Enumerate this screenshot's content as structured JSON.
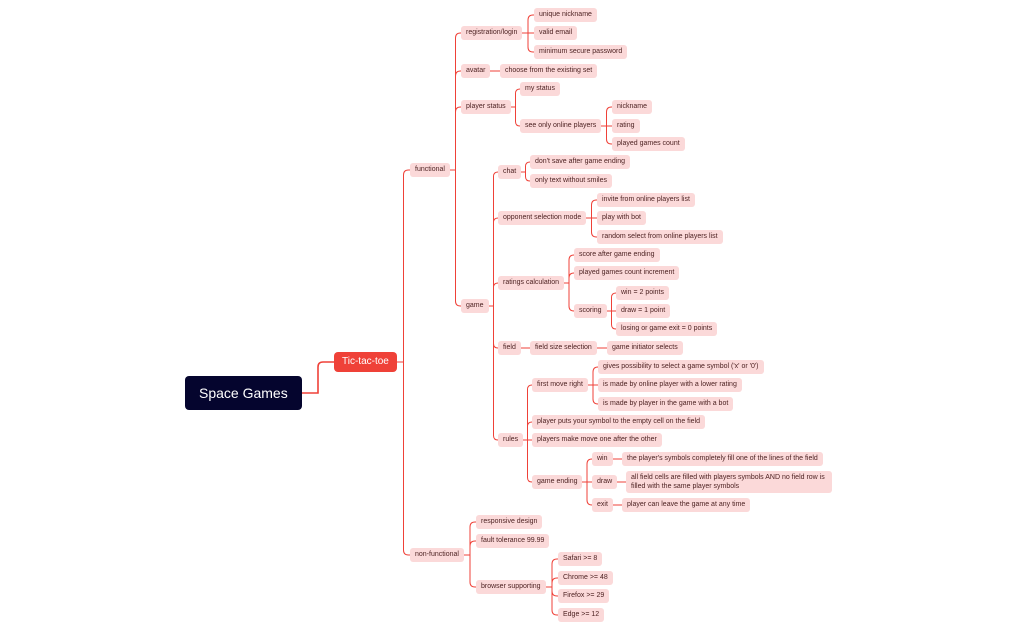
{
  "root": "Space Games",
  "main": "Tic-tac-toe",
  "functional": "functional",
  "registration": "registration/login",
  "unique_nickname": "unique nickname",
  "valid_email": "valid email",
  "min_password": "minimum secure password",
  "avatar": "avatar",
  "avatar_choose": "choose from the existing set",
  "player_status": "player status",
  "my_status": "my status",
  "see_online": "see only online players",
  "nickname": "nickname",
  "rating": "rating",
  "played_games_count": "played games count",
  "game": "game",
  "chat": "chat",
  "chat_no_save": "don't save after game ending",
  "chat_text_only": "only text without smiles",
  "opponent_mode": "opponent selection mode",
  "invite_online": "invite from online players list",
  "play_bot": "play with bot",
  "random_select": "random select from online players list",
  "ratings_calc": "ratings calculation",
  "score_after": "score after game ending",
  "played_increment": "played games count increment",
  "scoring": "scoring",
  "win_points": "win = 2 points",
  "draw_points": "draw = 1 point",
  "lose_points": "losing or game exit = 0 points",
  "field": "field",
  "field_size": "field size selection",
  "initiator_selects": "game initiator selects",
  "rules": "rules",
  "first_move": "first move right",
  "gives_possibility": "gives possibility to select a game symbol ('x' or '0')",
  "made_online": "is made by online player with a lower rating",
  "made_bot": "is made by player in the game with a bot",
  "puts_symbol": "player puts your symbol to the empty cell on the field",
  "move_one_after": "players make move one after the other",
  "game_ending": "game ending",
  "win": "win",
  "win_desc": "the player's symbols completely fill one of the lines of the field",
  "draw": "draw",
  "draw_desc": "all field cells are filled with players symbols AND no field row is filled with the same player symbols",
  "exit": "exit",
  "exit_desc": "player can leave the game at any time",
  "non_functional": "non-functional",
  "responsive": "responsive design",
  "fault_tolerance": "fault tolerance 99.99",
  "browser_support": "browser supporting",
  "safari": "Safari >= 8",
  "chrome": "Chrome >= 48",
  "firefox": "Firefox >= 29",
  "edge": "Edge >= 12",
  "line_color": "#ef4138"
}
